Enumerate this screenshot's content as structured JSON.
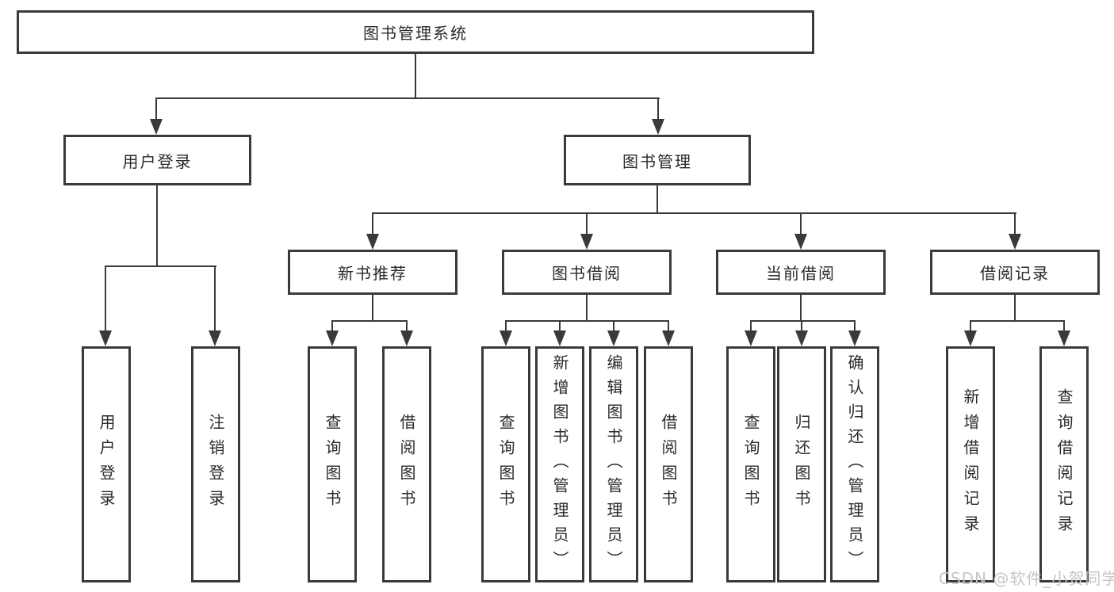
{
  "title": "图书管理系统",
  "level2": {
    "user_login": "用户登录",
    "book_management": "图书管理"
  },
  "level3": {
    "new_book_recommend": "新书推荐",
    "book_borrow": "图书借阅",
    "current_borrow": "当前借阅",
    "borrow_records": "借阅记录"
  },
  "leaves": {
    "user_login": "用户登录",
    "logout": "注销登录",
    "recommend_query_books": "查询图书",
    "recommend_borrow_books": "借阅图书",
    "borrow_query_books": "查询图书",
    "borrow_add_book_admin": "新增图书（管理员）",
    "borrow_edit_book_admin": "编辑图书（管理员）",
    "borrow_borrow_books": "借阅图书",
    "current_query_books": "查询图书",
    "current_return_book": "归还图书",
    "current_confirm_return_admin": "确认归还（管理员）",
    "records_add_record": "新增借阅记录",
    "records_query_record": "查询借阅记录"
  },
  "watermark": "CSDN @软件_小贺同学",
  "colors": {
    "line": "#3a3a3a",
    "text": "#2a2a2a",
    "background": "#ffffff",
    "watermark": "#c6c6c6"
  }
}
